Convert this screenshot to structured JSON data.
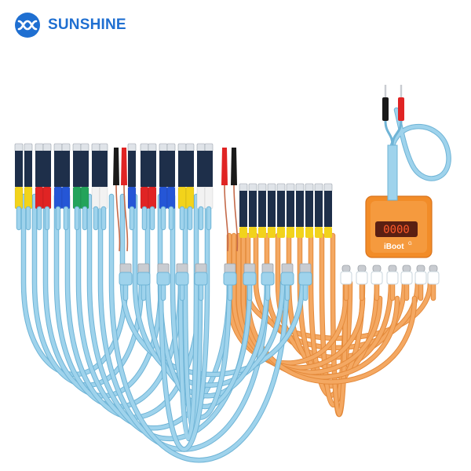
{
  "brand": {
    "name": "SUNSHINE",
    "logo_icon": "sunshine-wave-logo-icon",
    "color": "#1f6fd1"
  },
  "product": {
    "device_label": "iBoot",
    "device_sublabel": "G",
    "display_readout": "0000",
    "probe_icon": "banana-plug-icon",
    "clip_icon": "alligator-clip-icon"
  },
  "colors": {
    "blue_cable": "#9fd3ec",
    "blue_cable_edge": "#6fb4d6",
    "orange_cable": "#f4a862",
    "orange_cable_edge": "#e48a3b",
    "box": "#f28c28",
    "board": "#1e2f4a",
    "plug_yellow": "#f2d31b",
    "plug_red": "#e02424",
    "plug_blue": "#2556d6",
    "plug_green": "#23a35a",
    "plug_white": "#f2f2f2",
    "usb_shell": "#c9ccd1",
    "display_bg": "#5a1f12",
    "display_digit": "#ff5a2a"
  }
}
